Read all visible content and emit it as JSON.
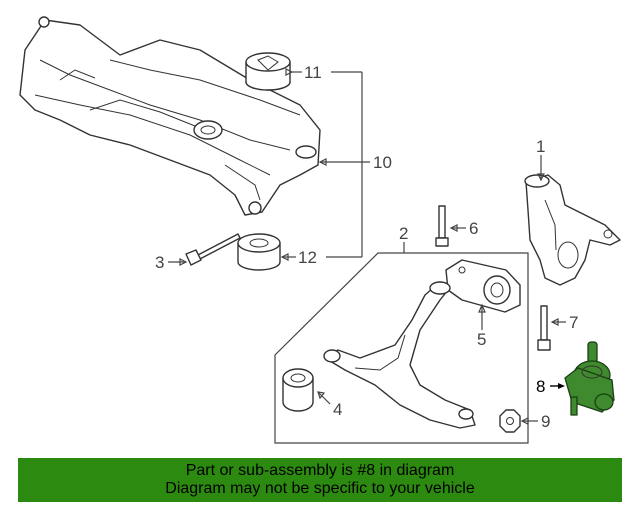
{
  "callouts": {
    "c1": "1",
    "c2": "2",
    "c3": "3",
    "c4": "4",
    "c5": "5",
    "c6": "6",
    "c7": "7",
    "c8": "8",
    "c9": "9",
    "c10": "10",
    "c11": "11",
    "c12": "12"
  },
  "highlight_color": "#3f8a2e",
  "banner": {
    "line1": "Part or sub-assembly is #8 in diagram",
    "line2": "Diagram may not be specific to your vehicle",
    "color": "#2d8a10"
  }
}
